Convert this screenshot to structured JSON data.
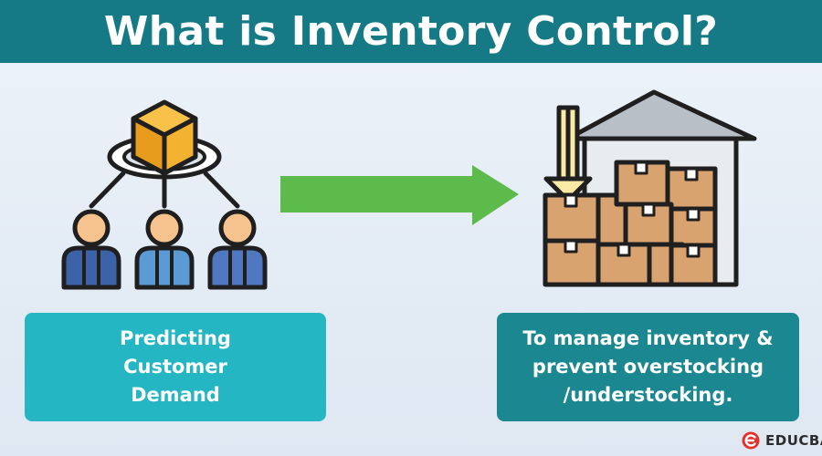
{
  "title": "What is Inventory Control?",
  "left": {
    "lines": [
      "Predicting",
      "Customer",
      "Demand"
    ],
    "icon": "customers-demand-icon"
  },
  "arrow": {
    "icon": "right-arrow-icon",
    "color": "#5dbb4c"
  },
  "right": {
    "lines": [
      "To manage inventory &",
      "prevent overstocking",
      "/understocking."
    ],
    "icon": "warehouse-boxes-icon"
  },
  "brand": {
    "name": "EDUCBA",
    "icon": "educba-logo-icon",
    "color": "#e4322b"
  },
  "colors": {
    "header": "#167a86",
    "box_left": "#25b6c4",
    "box_right": "#1b8790",
    "box_orange": "#f6a623",
    "carton": "#d9a370"
  }
}
